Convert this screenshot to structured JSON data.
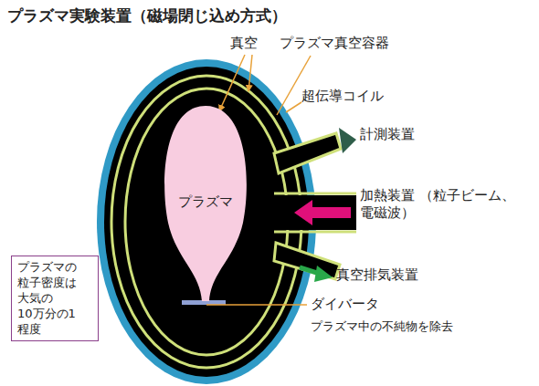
{
  "diagram": {
    "title": "プラズマ実験装置（磁場閉じ込め方式）",
    "nodes": [
      {
        "text": [
          "プラズマ"
        ]
      },
      {
        "text": [
          "プラズマの 粒子密度は 大気の 10万分の1 程度"
        ]
      }
    ],
    "labels": [
      "真空",
      "プラズマ真空容器",
      "超伝導コイル",
      "計測装置",
      "加熱装置 （粒子ビーム、電磁波）",
      "真空排気装置",
      "ダイバータ",
      "プラズマ中の不純物を除去"
    ]
  }
}
